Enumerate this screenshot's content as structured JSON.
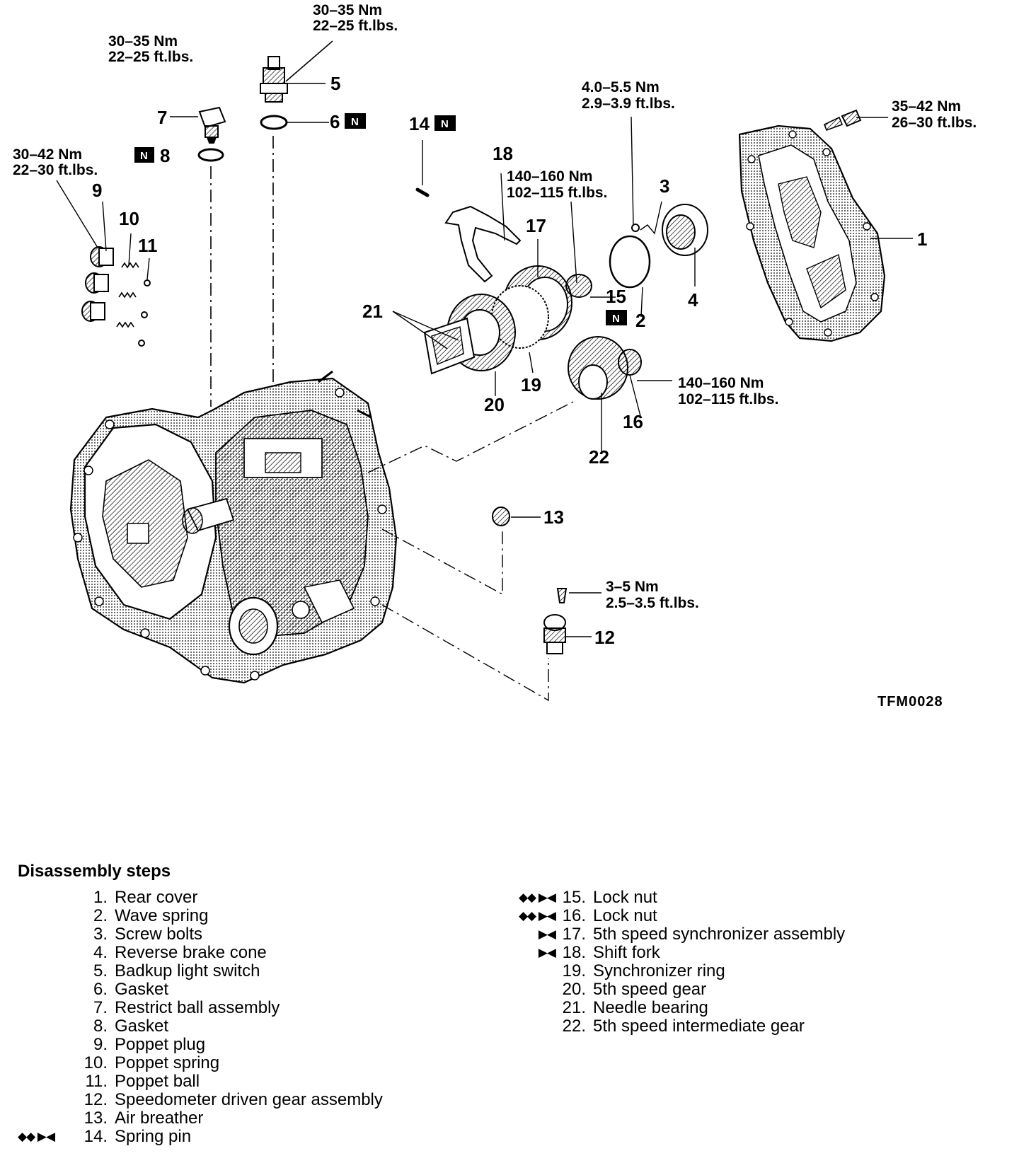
{
  "diagram": {
    "figure_code": "TFM0028",
    "torque_specs": [
      [
        "30–35 Nm",
        "22–25 ft.lbs."
      ],
      [
        "30–35 Nm",
        "22–25 ft.lbs."
      ],
      [
        "30–42 Nm",
        "22–30 ft.lbs."
      ],
      [
        "4.0–5.5 Nm",
        "2.9–3.9 ft.lbs."
      ],
      [
        "35–42 Nm",
        "26–30 ft.lbs."
      ],
      [
        "140–160 Nm",
        "102–115 ft.lbs."
      ],
      [
        "140–160 Nm",
        "102–115 ft.lbs."
      ],
      [
        "3–5 Nm",
        "2.5–3.5 ft.lbs."
      ]
    ],
    "callouts": [
      "1",
      "2",
      "3",
      "4",
      "5",
      "6",
      "7",
      "8",
      "9",
      "10",
      "11",
      "12",
      "13",
      "14",
      "15",
      "16",
      "17",
      "18",
      "19",
      "20",
      "21",
      "22"
    ],
    "new_part_mark": "N"
  },
  "steps": {
    "title": "Disassembly steps",
    "items": [
      {
        "no": "1.",
        "name": "Rear cover",
        "marks": ""
      },
      {
        "no": "2.",
        "name": "Wave spring",
        "marks": ""
      },
      {
        "no": "3.",
        "name": "Screw bolts",
        "marks": ""
      },
      {
        "no": "4.",
        "name": "Reverse brake cone",
        "marks": ""
      },
      {
        "no": "5.",
        "name": "Badkup light switch",
        "marks": ""
      },
      {
        "no": "6.",
        "name": "Gasket",
        "marks": ""
      },
      {
        "no": "7.",
        "name": "Restrict ball assembly",
        "marks": ""
      },
      {
        "no": "8.",
        "name": "Gasket",
        "marks": ""
      },
      {
        "no": "9.",
        "name": "Poppet plug",
        "marks": ""
      },
      {
        "no": "10.",
        "name": "Poppet spring",
        "marks": ""
      },
      {
        "no": "11.",
        "name": "Poppet ball",
        "marks": ""
      },
      {
        "no": "12.",
        "name": "Speedometer driven gear assembly",
        "marks": ""
      },
      {
        "no": "13.",
        "name": "Air breather",
        "marks": ""
      },
      {
        "no": "14.",
        "name": "Spring pin",
        "marks": "◆◆ ▶◀"
      },
      {
        "no": "15.",
        "name": "Lock nut",
        "marks": "◆◆ ▶◀"
      },
      {
        "no": "16.",
        "name": "Lock nut",
        "marks": "◆◆ ▶◀"
      },
      {
        "no": "17.",
        "name": "5th speed synchronizer assembly",
        "marks": "▶◀"
      },
      {
        "no": "18.",
        "name": "Shift fork",
        "marks": "▶◀"
      },
      {
        "no": "19.",
        "name": "Synchronizer ring",
        "marks": ""
      },
      {
        "no": "20.",
        "name": "5th speed gear",
        "marks": ""
      },
      {
        "no": "21.",
        "name": "Needle bearing",
        "marks": ""
      },
      {
        "no": "22.",
        "name": "5th speed intermediate gear",
        "marks": ""
      }
    ]
  }
}
